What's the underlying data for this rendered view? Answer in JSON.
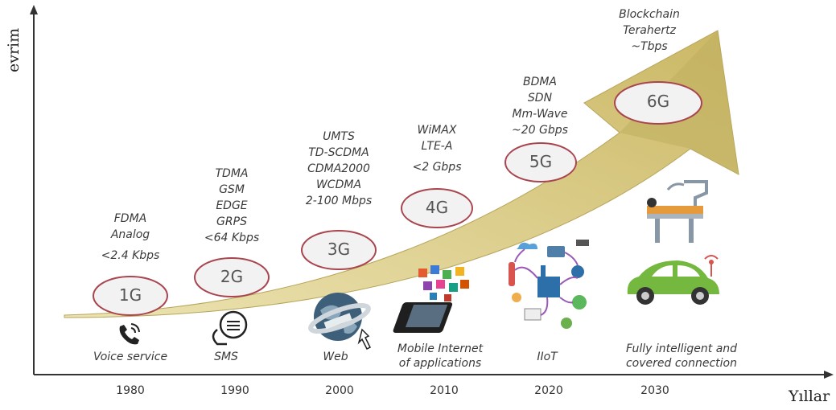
{
  "axes": {
    "y_label": "evrim",
    "x_label": "Yıllar"
  },
  "generations": [
    {
      "name": "1G",
      "year": "1980",
      "techs": [
        "FDMA",
        "Analog",
        "",
        "<2.4 Kbps"
      ],
      "service": [
        "Voice service"
      ],
      "icon": "phone-icon"
    },
    {
      "name": "2G",
      "year": "1990",
      "techs": [
        "TDMA",
        "GSM",
        "EDGE",
        "GRPS",
        "<64 Kbps"
      ],
      "service": [
        "SMS"
      ],
      "icon": "sms-icon"
    },
    {
      "name": "3G",
      "year": "2000",
      "techs": [
        "UMTS",
        "TD-SCDMA",
        "CDMA2000",
        "WCDMA",
        "2-100 Mbps"
      ],
      "service": [
        "Web"
      ],
      "icon": "globe-icon"
    },
    {
      "name": "4G",
      "year": "2010",
      "techs": [
        "WiMAX",
        "LTE-A",
        "",
        "<2 Gbps"
      ],
      "service": [
        "Mobile Internet",
        "of applications"
      ],
      "icon": "smartphone-apps-icon"
    },
    {
      "name": "5G",
      "year": "2020",
      "techs": [
        "BDMA",
        "SDN",
        "Mm-Wave",
        "~20 Gbps"
      ],
      "service": [
        "IIoT"
      ],
      "icon": "iiot-network-icon"
    },
    {
      "name": "6G",
      "year": "2030",
      "techs": [
        "Blockchain",
        "Terahertz",
        "~Tbps"
      ],
      "service": [
        "Fully intelligent and",
        "covered connection"
      ],
      "icon": "smart-car-icon"
    }
  ],
  "colors": {
    "arrow": "#d6c77a",
    "arrow_dark": "#a89650",
    "ellipse_fill": "#f2f2f2",
    "ellipse_stroke": "#a8454f",
    "axis": "#333333"
  }
}
